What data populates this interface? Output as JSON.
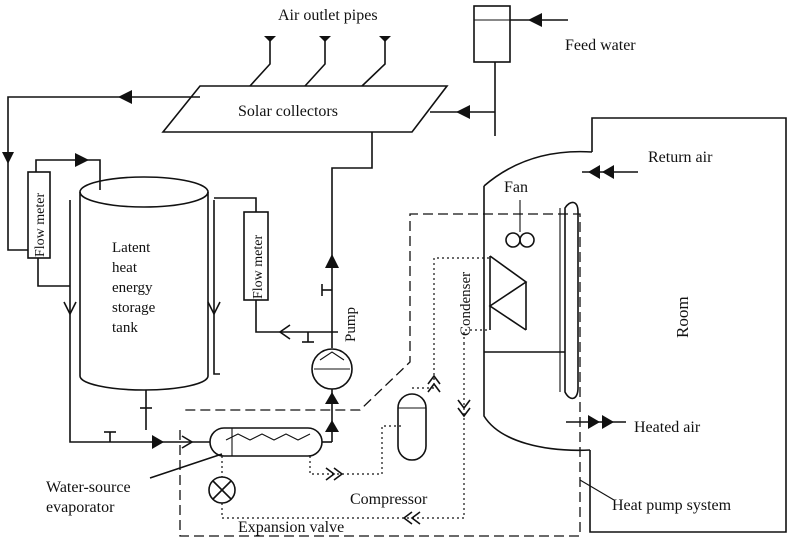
{
  "labels": {
    "air_outlet_pipes": "Air outlet pipes",
    "feed_water": "Feed water",
    "solar_collectors": "Solar collectors",
    "return_air": "Return air",
    "fan": "Fan",
    "flow_meter_left": "Flow meter",
    "flow_meter_right": "Flow meter",
    "tank_line1": "Latent",
    "tank_line2": "heat",
    "tank_line3": "energy",
    "tank_line4": "storage",
    "tank_line5": "tank",
    "pump": "Pump",
    "condenser": "Condenser",
    "room": "Room",
    "heated_air": "Heated air",
    "evaporator_line1": "Water-source",
    "evaporator_line2": "evaporator",
    "compressor": "Compressor",
    "expansion_valve": "Expansion valve",
    "heat_pump_system": "Heat pump system"
  }
}
